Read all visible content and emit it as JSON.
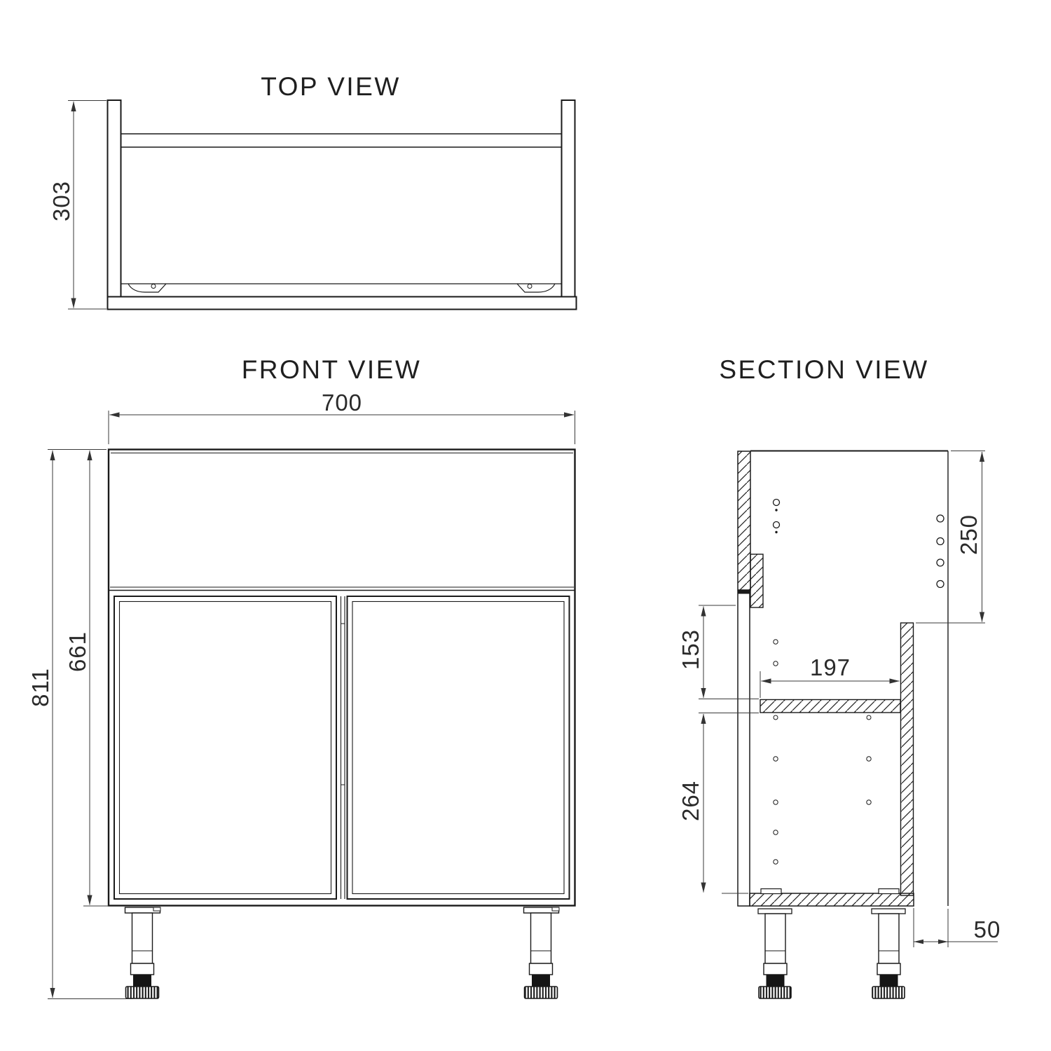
{
  "drawing": {
    "titles": {
      "top": "TOP VIEW",
      "front": "FRONT VIEW",
      "section": "SECTION VIEW"
    },
    "dimensions": {
      "top_depth": "303",
      "front_width": "700",
      "front_total_height": "811",
      "front_body_height": "661",
      "section_top_to_door": "250",
      "section_rail_to_shelf": "153",
      "section_shelf_depth": "197",
      "section_shelf_to_bottom": "264",
      "section_door_offset": "50"
    },
    "colors": {
      "line": "#1a1a1a",
      "dimension": "#3a3a3a",
      "background": "#ffffff"
    }
  }
}
